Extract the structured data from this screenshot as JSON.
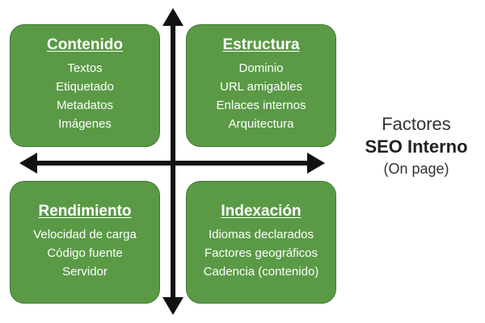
{
  "quadrants": {
    "contenido": {
      "title": "Contenido",
      "items": [
        "Textos",
        "Etiquetado",
        "Metadatos",
        "Imágenes"
      ]
    },
    "estructura": {
      "title": "Estructura",
      "items": [
        "Dominio",
        "URL amigables",
        "Enlaces internos",
        "Arquitectura"
      ]
    },
    "rendimiento": {
      "title": "Rendimiento",
      "items": [
        "Velocidad de carga",
        "Código fuente",
        "Servidor"
      ]
    },
    "indexacion": {
      "title": "Indexación",
      "items": [
        "Idiomas declarados",
        "Factores geográficos",
        "Cadencia (contenido)"
      ]
    }
  },
  "side_label": {
    "line1": "Factores",
    "line2": "SEO Interno",
    "line3": "(On page)"
  },
  "colors": {
    "box_fill": "#5a9a46",
    "arrow": "#111111"
  }
}
